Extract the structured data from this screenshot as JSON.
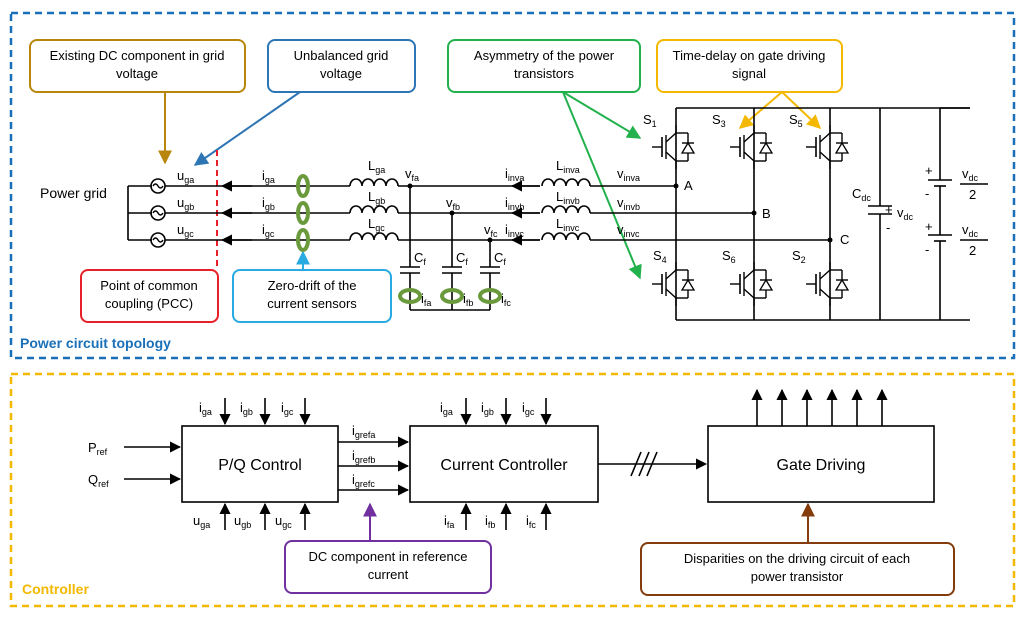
{
  "sections": {
    "power": {
      "title": "Power circuit topology",
      "color": "#1a70b8"
    },
    "controller": {
      "title": "Controller",
      "color": "#f5b800"
    }
  },
  "callouts": {
    "dc_grid": {
      "text1": "Existing DC component in grid",
      "text2": "voltage",
      "color": "#b8860b"
    },
    "unbalanced": {
      "text1": "Unbalanced grid",
      "text2": "voltage",
      "color": "#2e75b6"
    },
    "asymmetry": {
      "text1": "Asymmetry of the power",
      "text2": "transistors",
      "color": "#22b14c"
    },
    "timedelay": {
      "text1": "Time-delay on gate driving",
      "text2": "signal",
      "color": "#f5b800"
    },
    "pcc": {
      "text1": "Point of common",
      "text2": "coupling (PCC)",
      "color": "#e8202a"
    },
    "zerodrift": {
      "text1": "Zero-drift of the",
      "text2": "current sensors",
      "color": "#29abe2"
    },
    "dcref": {
      "text1": "DC component in reference",
      "text2": "current",
      "color": "#7030a0"
    },
    "disparities": {
      "text1": "Disparities on the driving circuit of each",
      "text2": "power transistor",
      "color": "#843c0c"
    }
  },
  "circuit": {
    "power_grid": "Power grid",
    "grid_v": [
      {
        "b": "u",
        "s": "ga"
      },
      {
        "b": "u",
        "s": "gb"
      },
      {
        "b": "u",
        "s": "gc"
      }
    ],
    "grid_i": [
      {
        "b": "i",
        "s": "ga"
      },
      {
        "b": "i",
        "s": "gb"
      },
      {
        "b": "i",
        "s": "gc"
      }
    ],
    "grid_L": [
      {
        "b": "L",
        "s": "ga"
      },
      {
        "b": "L",
        "s": "gb"
      },
      {
        "b": "L",
        "s": "gc"
      }
    ],
    "filter_v": [
      {
        "b": "v",
        "s": "fa"
      },
      {
        "b": "v",
        "s": "fb"
      },
      {
        "b": "v",
        "s": "fc"
      }
    ],
    "inv_i": [
      {
        "b": "i",
        "s": "inva"
      },
      {
        "b": "i",
        "s": "invb"
      },
      {
        "b": "i",
        "s": "invc"
      }
    ],
    "inv_L": [
      {
        "b": "L",
        "s": "inva"
      },
      {
        "b": "L",
        "s": "invb"
      },
      {
        "b": "L",
        "s": "invc"
      }
    ],
    "inv_v": [
      {
        "b": "v",
        "s": "inva"
      },
      {
        "b": "v",
        "s": "invb"
      },
      {
        "b": "v",
        "s": "invc"
      }
    ],
    "cap": [
      {
        "b": "C",
        "s": "f"
      },
      {
        "b": "C",
        "s": "f"
      },
      {
        "b": "C",
        "s": "f"
      }
    ],
    "cap_i": [
      {
        "b": "i",
        "s": "fa"
      },
      {
        "b": "i",
        "s": "fb"
      },
      {
        "b": "i",
        "s": "fc"
      }
    ],
    "switches": [
      {
        "b": "S",
        "s": "1"
      },
      {
        "b": "S",
        "s": "3"
      },
      {
        "b": "S",
        "s": "5"
      },
      {
        "b": "S",
        "s": "4"
      },
      {
        "b": "S",
        "s": "6"
      },
      {
        "b": "S",
        "s": "2"
      }
    ],
    "nodes": [
      "A",
      "B",
      "C"
    ],
    "cdc": {
      "b": "C",
      "s": "dc"
    },
    "vdc": {
      "b": "v",
      "s": "dc"
    },
    "half": {
      "num_b": "v",
      "num_s": "dc",
      "den": "2"
    },
    "plus": "+",
    "minus": "-"
  },
  "controller": {
    "pq": "P/Q Control",
    "cc": "Current Controller",
    "gd": "Gate Driving",
    "pref": {
      "b": "P",
      "s": "ref"
    },
    "qref": {
      "b": "Q",
      "s": "ref"
    },
    "pq_top": [
      {
        "b": "i",
        "s": "ga"
      },
      {
        "b": "i",
        "s": "gb"
      },
      {
        "b": "i",
        "s": "gc"
      }
    ],
    "pq_bottom": [
      {
        "b": "u",
        "s": "ga"
      },
      {
        "b": "u",
        "s": "gb"
      },
      {
        "b": "u",
        "s": "gc"
      }
    ],
    "refs": [
      {
        "b": "i",
        "s": "grefa"
      },
      {
        "b": "i",
        "s": "grefb"
      },
      {
        "b": "i",
        "s": "grefc"
      }
    ],
    "cc_top": [
      {
        "b": "i",
        "s": "ga"
      },
      {
        "b": "i",
        "s": "gb"
      },
      {
        "b": "i",
        "s": "gc"
      }
    ],
    "cc_bottom": [
      {
        "b": "i",
        "s": "fa"
      },
      {
        "b": "i",
        "s": "fb"
      },
      {
        "b": "i",
        "s": "fc"
      }
    ]
  }
}
